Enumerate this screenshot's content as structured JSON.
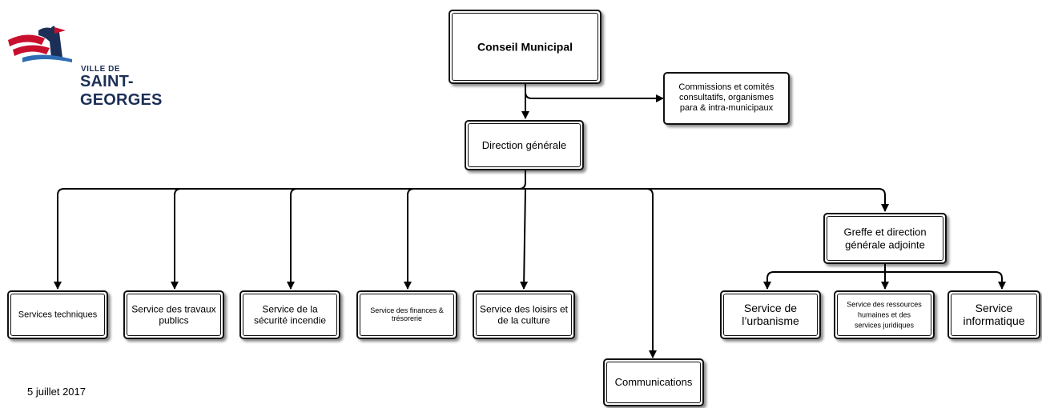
{
  "logo": {
    "line1": "VILLE DE",
    "line2": "SAINT-GEORGES",
    "colors": {
      "red": "#c8102e",
      "navy": "#1c2f57",
      "blue": "#2e6db4"
    }
  },
  "date": "5 juillet 2017",
  "nodes": {
    "conseil": "Conseil Municipal",
    "commissions_l1": "Commissions et comités",
    "commissions_l2": "consultatifs, organismes",
    "commissions_l3": "para & intra-municipaux",
    "direction": "Direction générale",
    "greffe_l1": "Greffe et direction",
    "greffe_l2": "générale adjointe",
    "techniques": "Services techniques",
    "travaux_l1": "Service des travaux",
    "travaux_l2": "publics",
    "incendie_l1": "Service de la",
    "incendie_l2": "sécurité incendie",
    "finances_l1": "Service des finances &",
    "finances_l2": "trésorerie",
    "loisirs_l1": "Service des loisirs et",
    "loisirs_l2": "de la culture",
    "communications": "Communications",
    "urbanisme_l1": "Service de",
    "urbanisme_l2": "l’urbanisme",
    "rh_l1": "Service des ressources",
    "rh_l2": "humaines et des",
    "rh_l3": "services juridiques",
    "informatique_l1": "Service",
    "informatique_l2": "informatique"
  }
}
